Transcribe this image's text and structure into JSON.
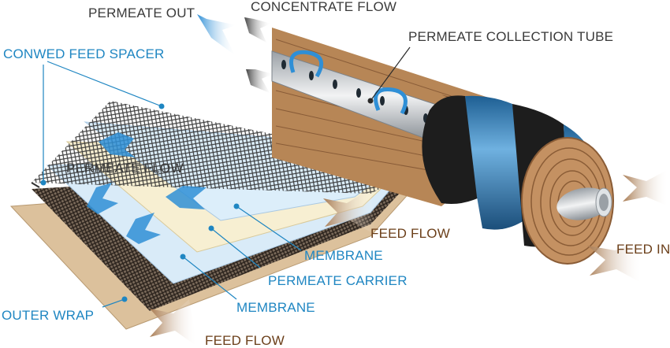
{
  "labels": {
    "permeate_out": "PERMEATE OUT",
    "concentrate_flow": "CONCENTRATE FLOW",
    "permeate_collection_tube": "PERMEATE COLLECTION TUBE",
    "conwed_feed_spacer": "CONWED FEED SPACER",
    "permeate_flow": "PERMEATE FLOW",
    "feed_flow_right": "FEED FLOW",
    "membrane_top": "MEMBRANE",
    "permeate_carrier": "PERMEATE CARRIER",
    "membrane_bottom": "MEMBRANE",
    "outer_wrap": "OUTER WRAP",
    "feed_flow_bottom": "FEED FLOW",
    "feed_in": "FEED IN"
  },
  "colors": {
    "label_blue": "#1f86c2",
    "label_dark": "#3a3a3a",
    "label_brown": "#6b3f1a",
    "wood_brown": "#a9784f",
    "band_blue": "#3d8ec9",
    "band_black": "#1d1d1d",
    "membrane_blue": "#d9ebf8",
    "carrier_cream": "#f7efd2",
    "outer_wrap_tan": "#dcc19c",
    "arrow_brown": "#b88d63",
    "arrow_blue": "#2f8fd6",
    "arrow_gray": "#555555"
  }
}
